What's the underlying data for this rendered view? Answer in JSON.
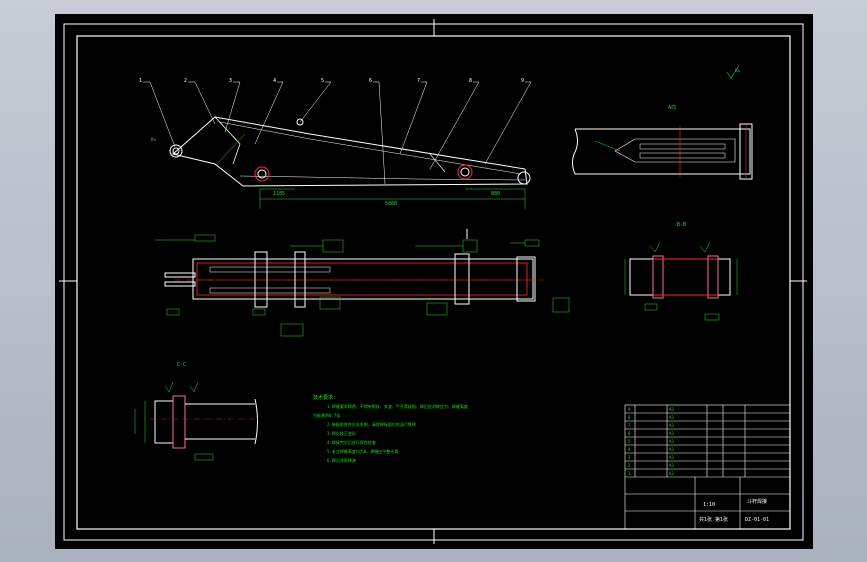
{
  "drawing": {
    "title_block": {
      "name": "斗杆焊接",
      "code": "DZ-01-01",
      "sheet": "共1张 第1张",
      "scale": "1:10"
    },
    "callouts": [
      "1",
      "2",
      "3",
      "4",
      "5",
      "6",
      "7",
      "8",
      "9"
    ],
    "section_labels": {
      "view_a": "A向",
      "view_bb": "B-B",
      "view_cc": "C-C"
    },
    "dimensions": {
      "overall": "5080",
      "left": "1185",
      "right": "880",
      "roughness": "Ra"
    },
    "notes": {
      "heading": "技术要求:",
      "lines": [
        "1.焊缝要求焊透，不得有裂纹、夹渣、气孔等缺陷，焊后应消除应力，焊缝高度",
        "为板厚的0.7倍",
        "2.装配前各件应去毛刺，清除焊接部位的油污铁锈",
        "3.焊后校正变形",
        "4.焊接完毕后进行探伤检查",
        "5.未注焊缝高度均为8，焊缝应平整光滑",
        "6.焊后涂防锈漆"
      ]
    },
    "colors": {
      "paper": "#000000",
      "frame": "#ffffff",
      "dimension": "#22dd22",
      "section": "#ff2a2a",
      "hatch": "#ff66aa"
    }
  }
}
